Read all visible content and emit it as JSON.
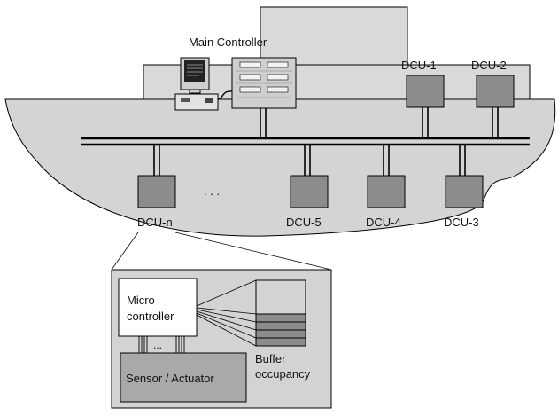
{
  "diagram": {
    "main_controller_label": "Main Controller",
    "dcus": {
      "dcu1": "DCU-1",
      "dcu2": "DCU-2",
      "dcu3": "DCU-3",
      "dcu4": "DCU-4",
      "dcu5": "DCU-5",
      "dcun": "DCU-n"
    },
    "ellipsis_top": ". . .",
    "ellipsis_detail": "...",
    "detail": {
      "micro_line1": "Micro",
      "micro_line2": "controller",
      "sensor_actuator": "Sensor / Actuator",
      "buffer_line1": "Buffer",
      "buffer_line2": "occupancy"
    }
  },
  "colors": {
    "ship_fill": "#d4d4d4",
    "structure_fill": "#d9d9d9",
    "dcu_fill": "#8c8c8c",
    "detail_fill": "#d3d3d3",
    "line": "#000000"
  }
}
